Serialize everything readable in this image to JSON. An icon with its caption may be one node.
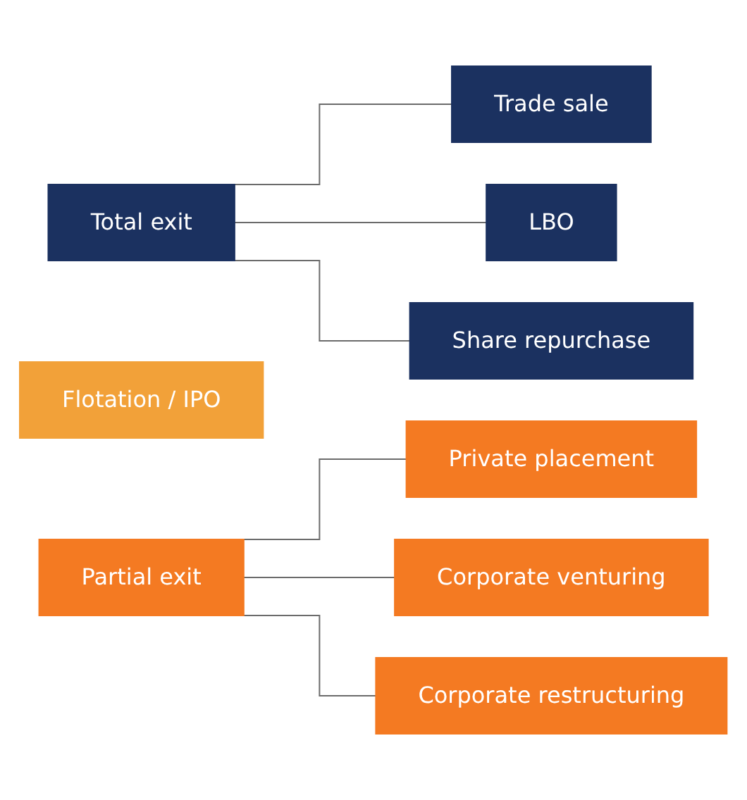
{
  "diagram": {
    "nodes": [
      {
        "text": [
          "Total exit"
        ]
      },
      {
        "text": [
          "Trade sale"
        ]
      },
      {
        "text": [
          "LBO"
        ]
      },
      {
        "text": [
          "Share repurchase"
        ]
      },
      {
        "text": [
          "Flotation / IPO"
        ]
      },
      {
        "text": [
          "Partial exit"
        ]
      },
      {
        "text": [
          "Private placement"
        ]
      },
      {
        "text": [
          "Corporate venturing"
        ]
      },
      {
        "text": [
          "Corporate restructuring"
        ]
      }
    ],
    "edges": [
      {
        "from": 0,
        "to": 1,
        "arrow": "none"
      },
      {
        "from": 0,
        "to": 2,
        "arrow": "none"
      },
      {
        "from": 0,
        "to": 3,
        "arrow": "none"
      },
      {
        "from": 5,
        "to": 6,
        "arrow": "none"
      },
      {
        "from": 5,
        "to": 7,
        "arrow": "none"
      },
      {
        "from": 5,
        "to": 8,
        "arrow": "none"
      }
    ]
  }
}
